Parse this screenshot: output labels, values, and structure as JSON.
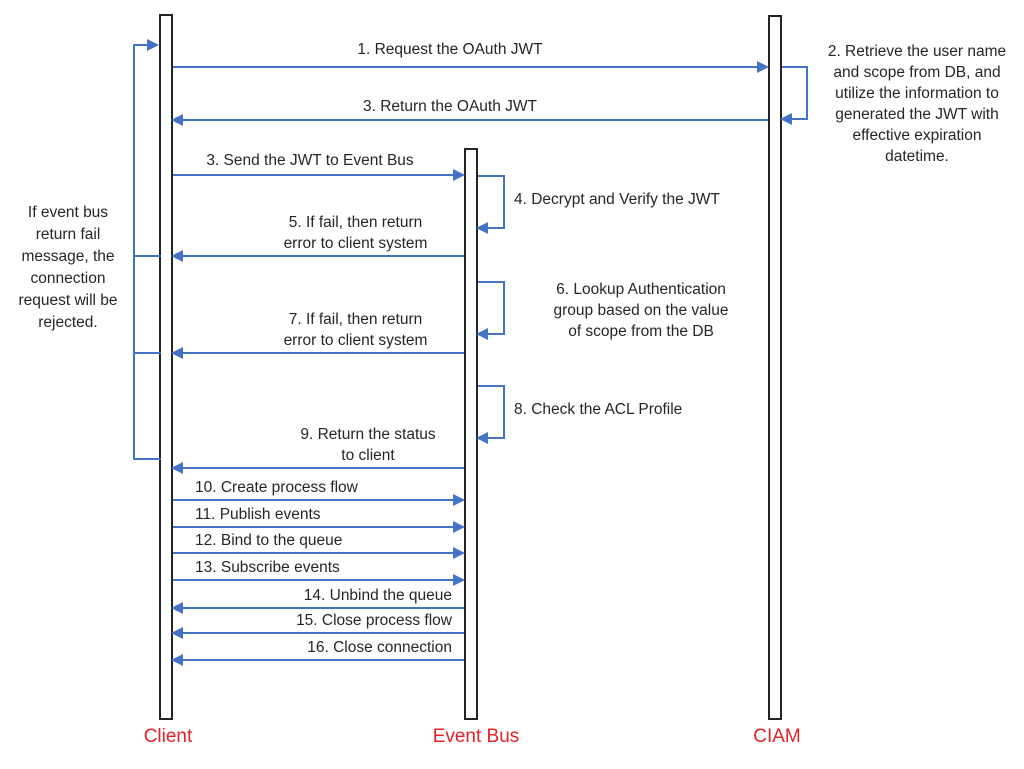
{
  "diagram_type": "sequence-diagram",
  "colors": {
    "arrow_color": "#4472C4",
    "actor_label_color": "#E32227",
    "lifeline_border_color": "#242424",
    "text_color": "#262626"
  },
  "actors": [
    {
      "id": "client",
      "label": "Client"
    },
    {
      "id": "event-bus",
      "label": "Event Bus"
    },
    {
      "id": "ciam",
      "label": "CIAM"
    }
  ],
  "notes": {
    "left": {
      "text": "If event bus\nreturn fail\nmessage, the\nconnection\nrequest will be\nrejected."
    },
    "right": {
      "text": "2. Retrieve the user name\nand scope from DB, and\nutilize the information to\ngenerated the JWT with\neffective expiration\ndatetime."
    }
  },
  "messages": [
    {
      "label": "1. Request the OAuth JWT",
      "from": "Client",
      "to": "CIAM"
    },
    {
      "label": "3. Return the OAuth JWT",
      "from": "CIAM",
      "to": "Client"
    },
    {
      "label": "3. Send the JWT to Event Bus",
      "from": "Client",
      "to": "Event Bus"
    },
    {
      "label": "5. If fail, then return\nerror to client system",
      "from": "Event Bus",
      "to": "Client"
    },
    {
      "label": "7. If fail, then return\nerror to client system",
      "from": "Event Bus",
      "to": "Client"
    },
    {
      "label": "9. Return the status\nto client",
      "from": "Event Bus",
      "to": "Client"
    },
    {
      "label": "10. Create process flow",
      "from": "Client",
      "to": "Event Bus"
    },
    {
      "label": "11. Publish events",
      "from": "Client",
      "to": "Event Bus"
    },
    {
      "label": "12. Bind to the queue",
      "from": "Client",
      "to": "Event Bus"
    },
    {
      "label": "13. Subscribe events",
      "from": "Client",
      "to": "Event Bus"
    },
    {
      "label": "14. Unbind the queue",
      "from": "Event Bus",
      "to": "Client"
    },
    {
      "label": "15. Close process flow",
      "from": "Event Bus",
      "to": "Client"
    },
    {
      "label": "16. Close connection",
      "from": "Event Bus",
      "to": "Client"
    }
  ],
  "self_actions": [
    {
      "actor": "Event Bus",
      "label": "4. Decrypt and Verify the JWT"
    },
    {
      "actor": "Event Bus",
      "label": "6. Lookup Authentication\ngroup based on the value\nof scope from the DB"
    },
    {
      "actor": "Event Bus",
      "label": "8. Check the ACL Profile"
    },
    {
      "actor": "CIAM",
      "label": ""
    }
  ]
}
